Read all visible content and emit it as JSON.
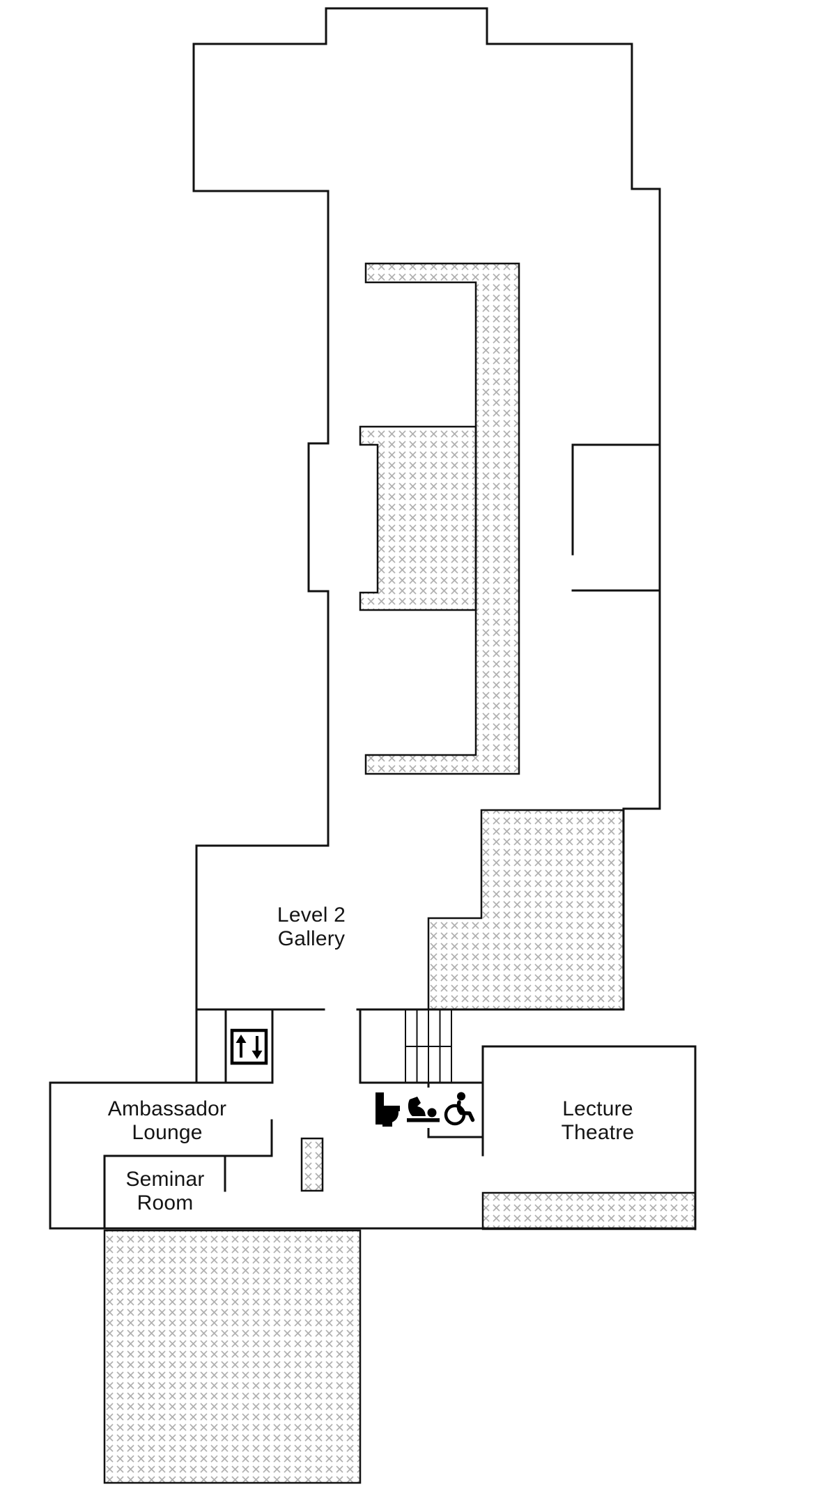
{
  "page": {
    "title": "Level 2 floor plan",
    "background": "#ffffff"
  },
  "plan": {
    "labels": {
      "gallery": "Level 2\nGallery",
      "ambassador_lounge": "Ambassador\nLounge",
      "seminar_room": "Seminar\nRoom",
      "lecture_theatre": "Lecture\nTheatre"
    },
    "icons": [
      "lift-icon",
      "stairs",
      "toilet-icon",
      "baby-changing-icon",
      "wheelchair-icon"
    ],
    "colors": {
      "wall": "#111111",
      "hatch_cross": "#b0b0b0",
      "icon": "#000000",
      "background": "#ffffff"
    }
  }
}
